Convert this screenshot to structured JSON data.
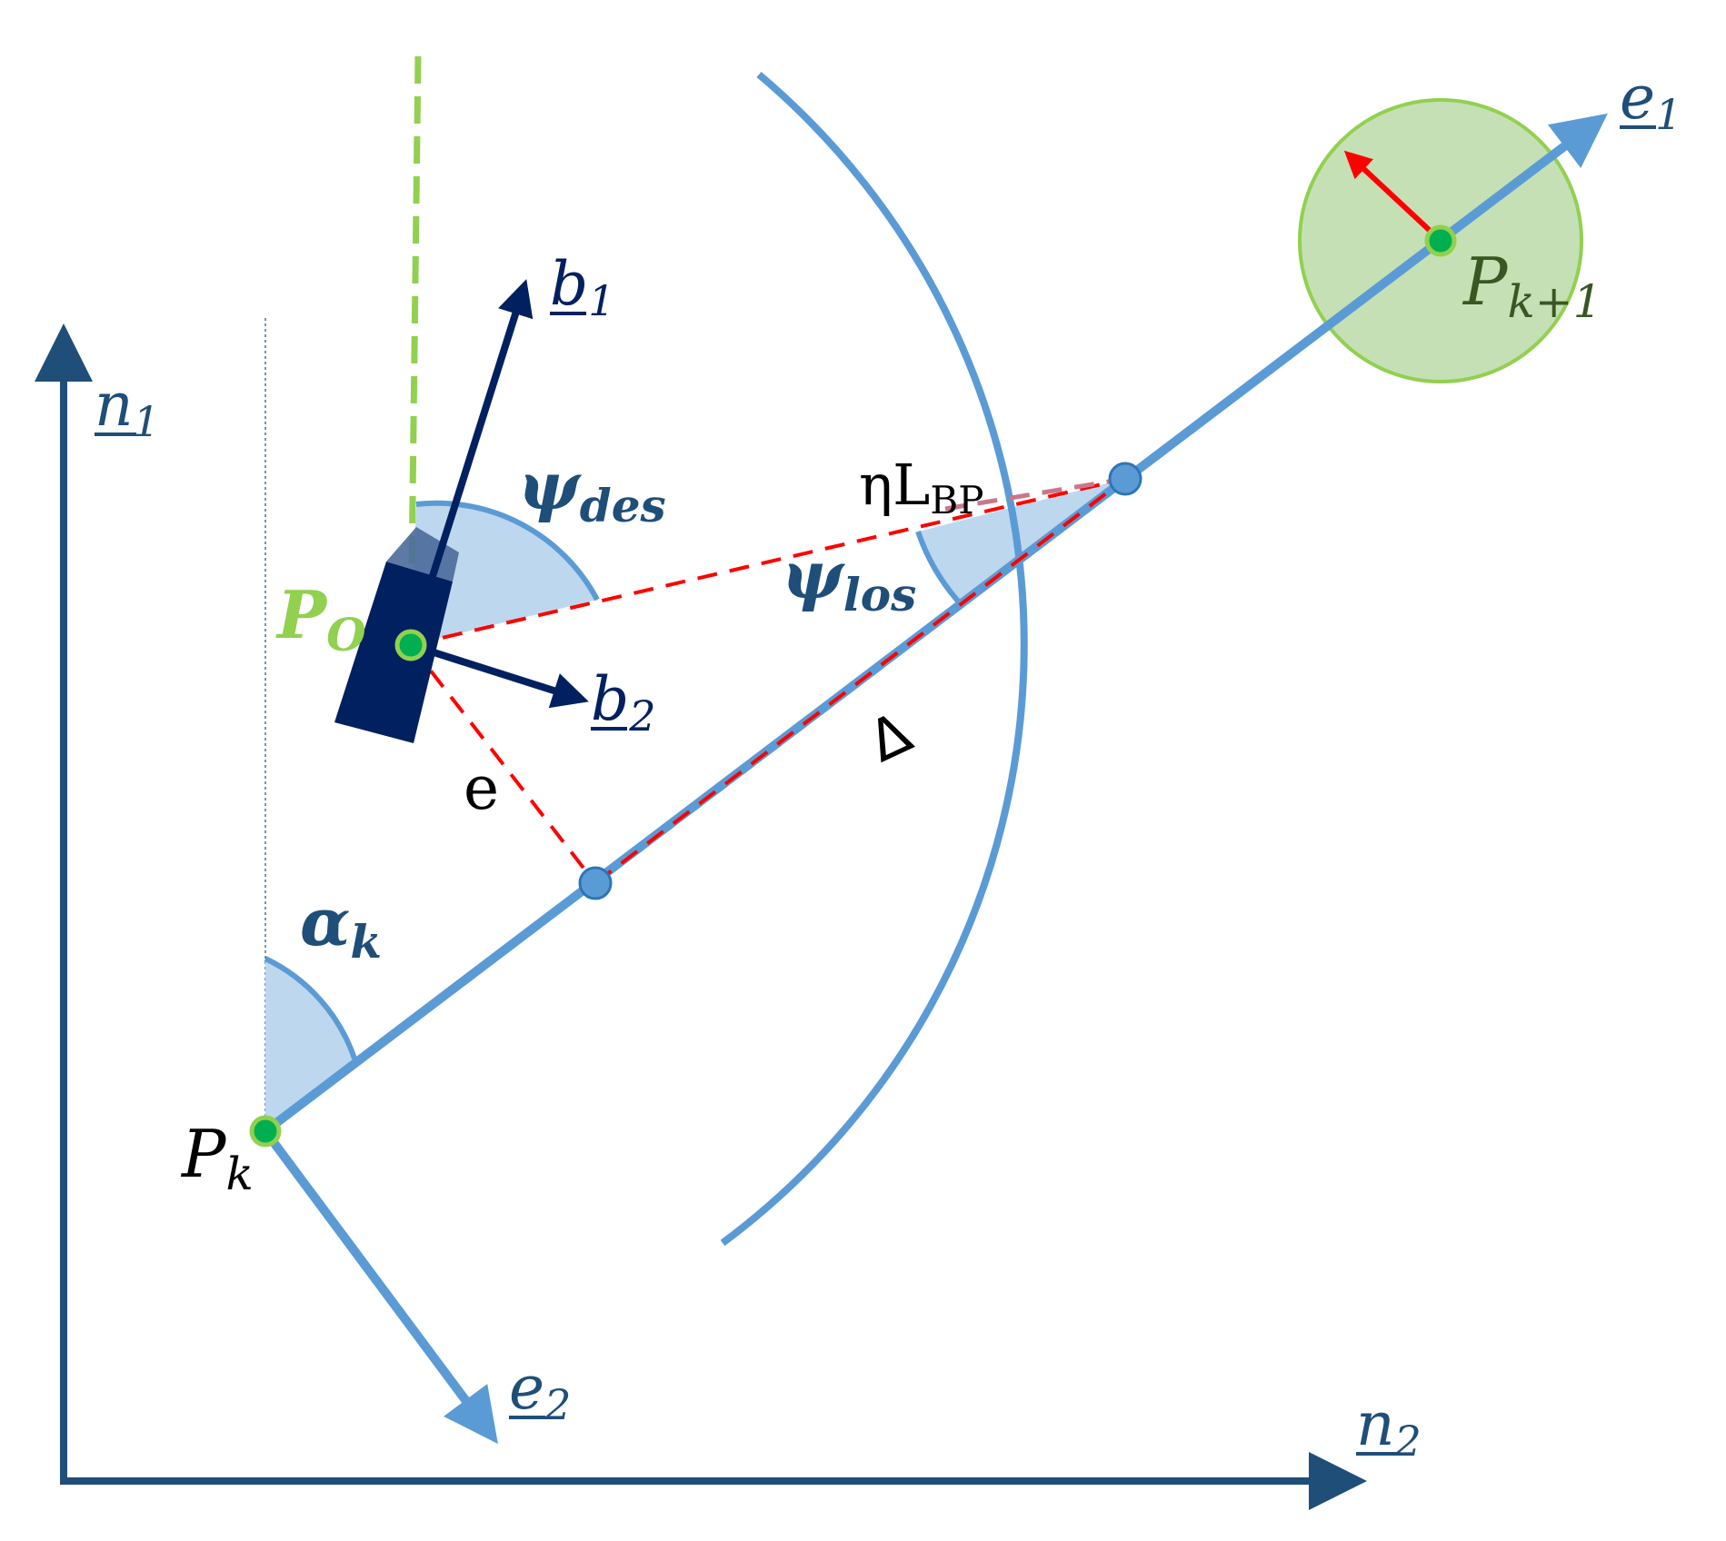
{
  "labels": {
    "n1": {
      "main": "n",
      "sub": "1"
    },
    "n2": {
      "main": "n",
      "sub": "2"
    },
    "e1": {
      "main": "e",
      "sub": "1"
    },
    "e2": {
      "main": "e",
      "sub": "2"
    },
    "b1": {
      "main": "b",
      "sub": "1"
    },
    "b2": {
      "main": "b",
      "sub": "2"
    },
    "psi_des": {
      "main": "ψ",
      "sub": "des"
    },
    "psi_los": {
      "main": "ψ",
      "sub": "los"
    },
    "alpha_k": {
      "main": "α",
      "sub": "k"
    },
    "P_O": {
      "main": "P",
      "sub": "O"
    },
    "P_k": {
      "main": "P",
      "sub": "k"
    },
    "P_k1": {
      "main": "P",
      "sub": "k+1"
    },
    "nL_BP": {
      "main": "ηL",
      "sub": "BP"
    },
    "delta": "Δ",
    "e": "e"
  },
  "colors": {
    "frame_axis": "#1f4e79",
    "path_line": "#5b9bd5",
    "angle_fill": "#bdd7ee",
    "los_dashed": "#ff0000",
    "heading_dashed": "#92d050",
    "vessel": "#002060",
    "waypoint_dot": "#00b050",
    "acceptance_circle_fill": "#c5e0b4",
    "acceptance_circle_stroke": "#92d050",
    "label_blue": "#1f4e79",
    "label_green": "#92d050",
    "label_dark_green": "#385723",
    "velocity_arrow": "#ff0000"
  }
}
